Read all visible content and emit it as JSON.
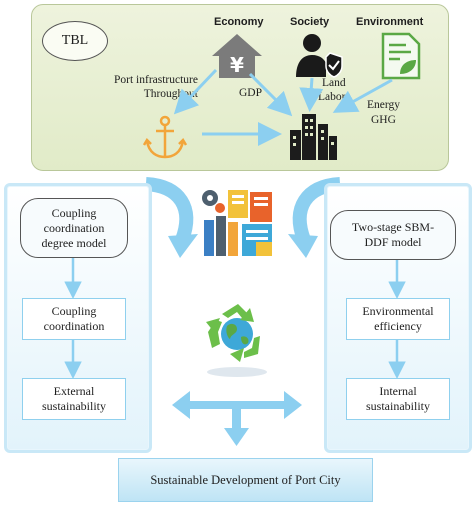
{
  "tbl": {
    "badge": "TBL",
    "economy": "Economy",
    "society": "Society",
    "environment": "Environment",
    "port_infrastructure_line1": "Port infrastructure",
    "port_infrastructure_line2": "Throughout",
    "gdp": "GDP",
    "land": "Land",
    "labor": "Labor",
    "energy": "Energy",
    "ghg": "GHG"
  },
  "left_panel": {
    "model_line1": "Coupling",
    "model_line2": "coordination",
    "model_line3": "degree model",
    "step1_line1": "Coupling",
    "step1_line2": "coordination",
    "step2_line1": "External",
    "step2_line2": "sustainability"
  },
  "right_panel": {
    "model_line1": "Two-stage SBM-",
    "model_line2": "DDF model",
    "step1_line1": "Environmental",
    "step1_line2": "efficiency",
    "step2_line1": "Internal",
    "step2_line2": "sustainability"
  },
  "bottom": {
    "label": "Sustainable Development of Port City"
  },
  "colors": {
    "arrow_blue": "#8ccff0",
    "panel_green": "#e4edcc",
    "panel_blue": "#dff1fa",
    "icon_gray": "#7d7d7d",
    "icon_orange": "#f2a53a",
    "icon_green": "#5aa845"
  }
}
